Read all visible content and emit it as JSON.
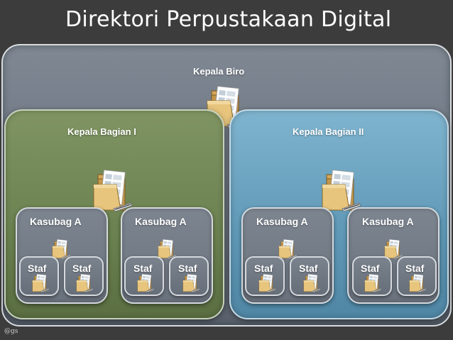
{
  "title": "Direktori Perpustakaan Digital",
  "footer": "@gs",
  "root": {
    "label": "Kepala Biro"
  },
  "departments": [
    {
      "label": "Kepala Bagian I",
      "color": "#6b8150",
      "subs": [
        {
          "label": "Kasubag A",
          "staff": [
            "Staf",
            "Staf"
          ]
        },
        {
          "label": "Kasubag A",
          "staff": [
            "Staf",
            "Staf"
          ]
        }
      ]
    },
    {
      "label": "Kepala Bagian II",
      "color": "#5f98b6",
      "subs": [
        {
          "label": "Kasubag A",
          "staff": [
            "Staf",
            "Staf"
          ]
        },
        {
          "label": "Kasubag A",
          "staff": [
            "Staf",
            "Staf"
          ]
        }
      ]
    }
  ],
  "icons": {
    "folder": "folder-icon"
  },
  "colors": {
    "background": "#3c3c3c",
    "outer_panel": "#6a737f",
    "left_panel": "#6b8150",
    "right_panel": "#5f98b6",
    "folder": "#d9b56a"
  }
}
